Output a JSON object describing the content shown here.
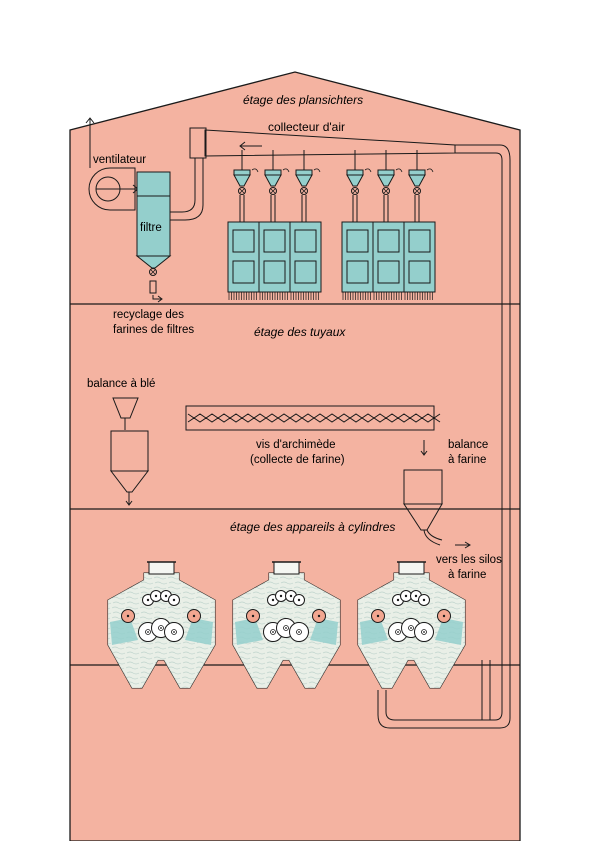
{
  "floors": {
    "plansichters": "étage des plansichters",
    "tuyaux": "étage des tuyaux",
    "cylindres": "étage des appareils à cylindres"
  },
  "labels": {
    "collecteur": "collecteur d'air",
    "ventilateur": "ventilateur",
    "filtre": "filtre",
    "recyclage_1": "recyclage des",
    "recyclage_2": "farines de filtres",
    "balance_ble": "balance à blé",
    "vis_1": "vis d'archimède",
    "vis_2": "(collecte de farine)",
    "balance_farine_1": "balance",
    "balance_farine_2": "à farine",
    "silos_1": "vers les silos",
    "silos_2": "à farine"
  },
  "colors": {
    "building": "#f4b3a1",
    "machine": "#94cfcc",
    "line": "#1a1a1a"
  }
}
